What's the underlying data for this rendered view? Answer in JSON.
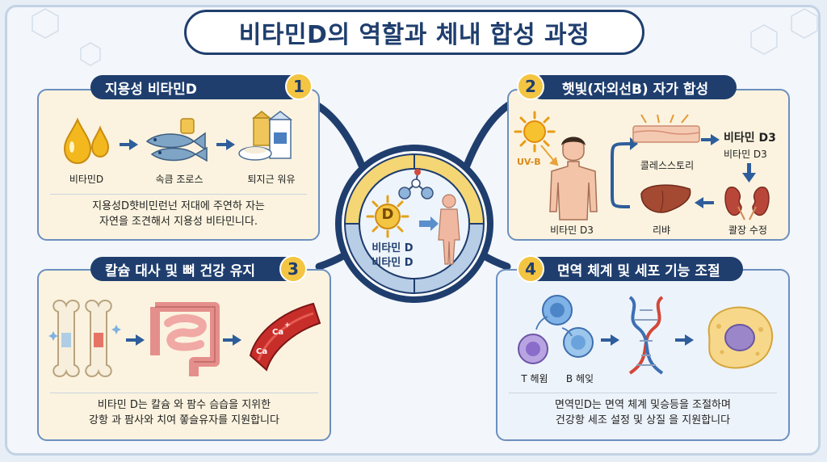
{
  "title": "비타민D의 역할과 체내 합성 과정",
  "center": {
    "badge": "D",
    "label_line1": "비타민 D",
    "label_line2": "비타민 D"
  },
  "panels": [
    {
      "number": "1",
      "heading": "지용성 비타민D",
      "items": [
        "비타민D",
        "속큼 조로스",
        "퇴지근 워유"
      ],
      "caption_line1": "지용성D햣비민런넌 저대에 주연하 자는",
      "caption_line2": "자연을 조견해서 지용성 비타민니다."
    },
    {
      "number": "2",
      "heading": "햇빛(자외선B) 자가 합성",
      "uvb_label": "UV-B",
      "items": [
        "콜레스스토리",
        "비타민 D3",
        "비타민 D3",
        "비타민 D3",
        "리뱌",
        "콸장 수정"
      ]
    },
    {
      "number": "3",
      "heading": "칼슘 대사 및 뼈 건강 유지",
      "ca_labels": [
        "Ca",
        "Ca",
        "+"
      ],
      "caption_line1": "비타민 D는 칼슘 와 팜수 슴습을 지위한",
      "caption_line2": "강항 과 팜사와 치여 쫗슬유자를 지원합니다"
    },
    {
      "number": "4",
      "heading": "면역 체계 및 세포 기능 조절",
      "items": [
        "T 헤윔",
        "B 헤잊"
      ],
      "caption_line1": "면역민D는 면역 체계 및승등을 조절하며",
      "caption_line2": "건강항 세조 설정 및 상질 을 지원합니다"
    }
  ],
  "colors": {
    "navy": "#1f3e6e",
    "accent_yellow": "#f4c542",
    "warm_panel": "#fbf3df",
    "cool_panel": "#edf3fb",
    "arrow_blue": "#2e5d9b"
  }
}
